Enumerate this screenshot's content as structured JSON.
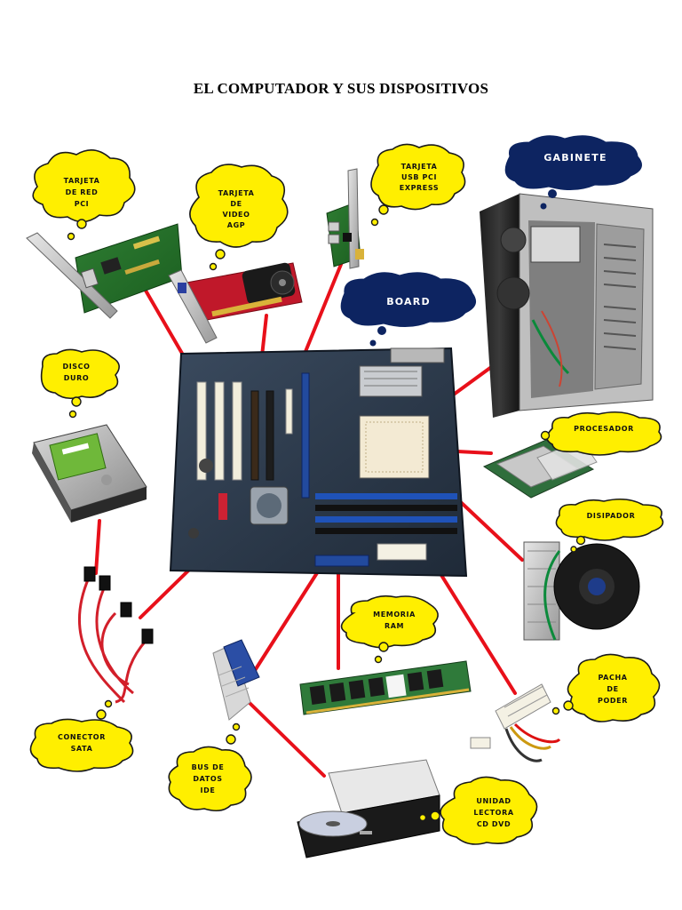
{
  "title": "EL COMPUTADOR Y SUS DISPOSITIVOS",
  "colors": {
    "cloud_yellow": "#ffef00",
    "cloud_navy": "#0d2461",
    "connector_red": "#e8101a",
    "outline": "#1a1a1a"
  },
  "labels": {
    "tarjeta_red": [
      "TARJETA",
      "DE RED",
      "PCI"
    ],
    "tarjeta_video": [
      "TARJETA",
      "DE",
      "VIDEO",
      "AGP"
    ],
    "tarjeta_usb": [
      "TARJETA",
      "USB PCI",
      "EXPRESS"
    ],
    "gabinete": [
      "GABINETE"
    ],
    "board": [
      "BOARD"
    ],
    "disco_duro": [
      "DISCO",
      "DURO"
    ],
    "procesador": [
      "PROCESADOR"
    ],
    "disipador": [
      "DISIPADOR"
    ],
    "memoria_ram": [
      "MEMORIA",
      "RAM"
    ],
    "pacha_poder": [
      "PACHA",
      "DE",
      "PODER"
    ],
    "conector_sata": [
      "CONECTOR",
      "SATA"
    ],
    "bus_datos": [
      "BUS DE",
      "DATOS",
      "IDE"
    ],
    "unidad_lectora": [
      "UNIDAD",
      "LECTORA",
      "CD DVD"
    ]
  }
}
